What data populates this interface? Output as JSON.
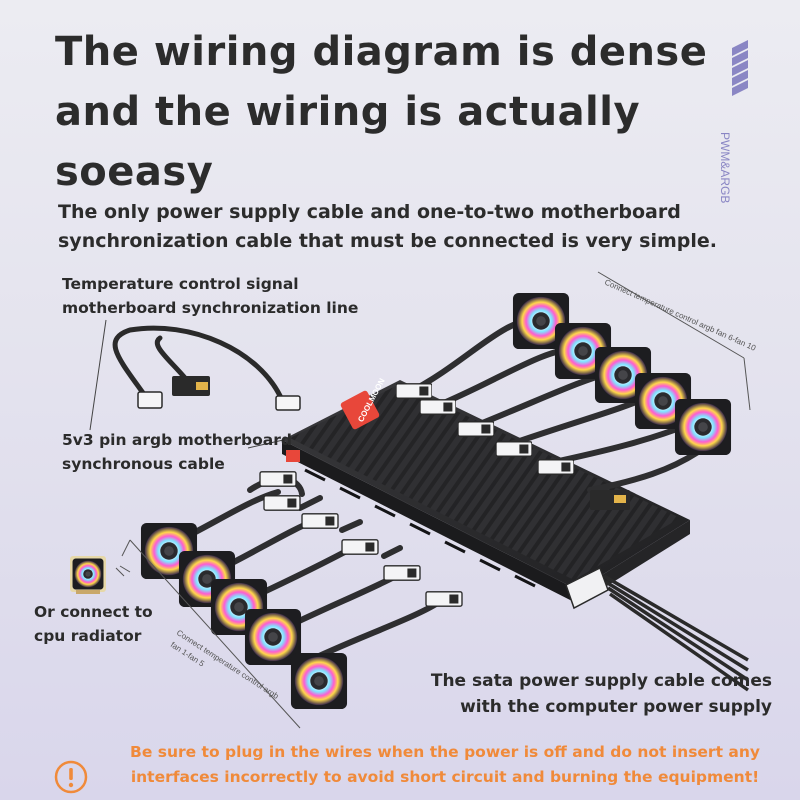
{
  "headline": "The wiring diagram is dense and the wiring is actually soeasy",
  "subtitle": "The only power supply cable and one-to-two motherboard synchronization cable that must be connected is very simple.",
  "side_tag": "PWM&ARGB",
  "labels": {
    "temperature_line": "Temperature control signal motherboard synchronization line",
    "argb_cable": "5v3 pin argb motherboard synchronous cable",
    "cpu_radiator": "Or connect to cpu radiator",
    "sata_power": "The sata power supply cable comes with the computer power supply",
    "fan_group_top": "Connect temperature control argb fan 6-fan 10",
    "fan_group_bottom_line1": "Connect temperature control argb",
    "fan_group_bottom_line2": "fan 1-fan 5",
    "hub_brand": "COOLMOON"
  },
  "warning": "Be sure to plug in the wires when the power is off and do not insert any interfaces incorrectly to avoid short circuit and burning the equipment!",
  "colors": {
    "warning": "#f08a3a",
    "accent": "#8a86c4",
    "hub": "#2e2e30",
    "hub_label": "#e8473a"
  },
  "icons": [
    "warning-icon",
    "stripe-icon",
    "fan-icon"
  ]
}
